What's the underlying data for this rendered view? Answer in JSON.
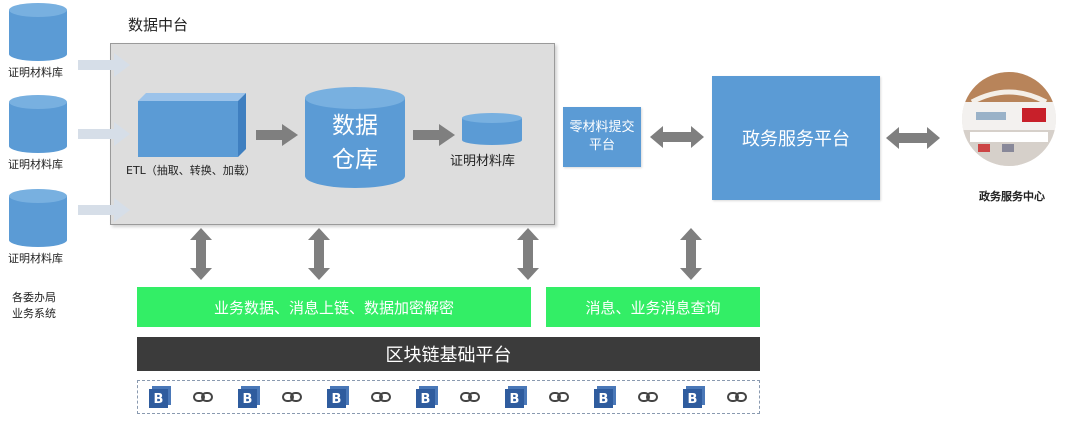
{
  "platform": {
    "title": "数据中台"
  },
  "left_sources": {
    "db_labels": [
      "证明材料库",
      "证明材料库",
      "证明材料库"
    ],
    "system_label": "各委办局\n业务系统"
  },
  "etl": {
    "label": "ETL（抽取、转换、加载）"
  },
  "warehouse": {
    "label_line1": "数据",
    "label_line2": "仓库"
  },
  "cert_db": {
    "label": "证明材料库"
  },
  "zero_platform": {
    "label": "零材料提交平台"
  },
  "gov_platform": {
    "label": "政务服务平台"
  },
  "gov_center": {
    "label": "政务服务中心"
  },
  "bars": {
    "green_left": "业务数据、消息上链、数据加密解密",
    "green_right": "消息、业务消息查询",
    "chain_base": "区块链基础平台"
  },
  "block_icons": [
    "B",
    "B",
    "B",
    "B",
    "B",
    "B",
    "B"
  ],
  "link_icons": 7,
  "colors": {
    "db_blue": "#5b9bd5",
    "platform_gray": "#dddddd",
    "green": "#33ee66",
    "dark_bar": "#3b3b3b",
    "arrow_gray": "#7f7f7f",
    "block_blue": "#2f5c9e"
  }
}
